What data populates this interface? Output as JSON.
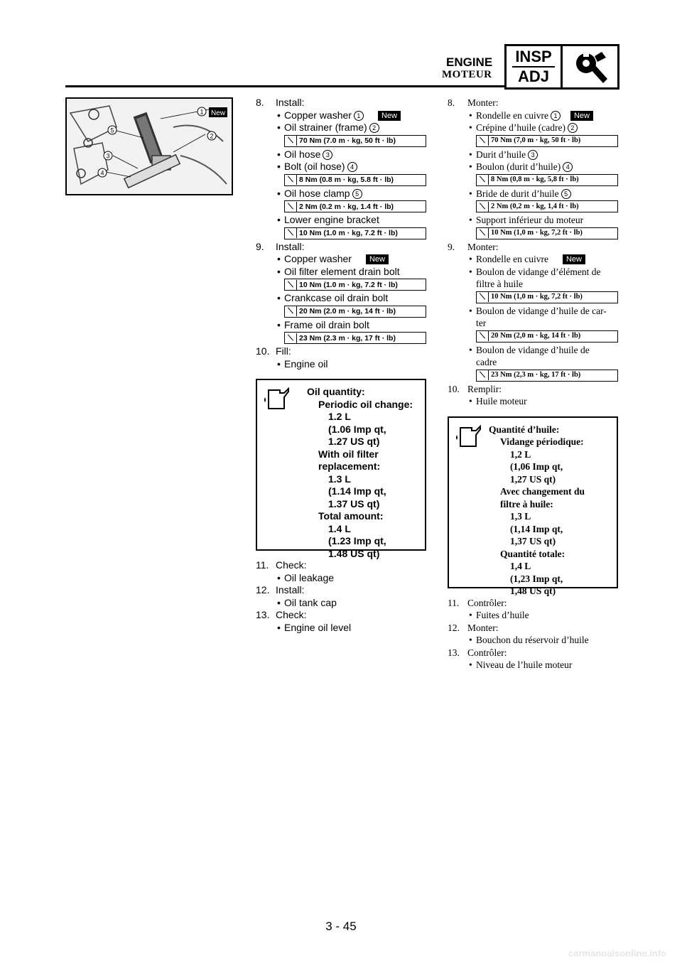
{
  "header": {
    "section_en": "ENGINE",
    "section_fr": "MOTEUR",
    "tab_top": "INSP",
    "tab_bottom": "ADJ",
    "wrench_icon": "wrench-icon"
  },
  "figure": {
    "callouts": [
      "1",
      "2",
      "3",
      "4",
      "5"
    ],
    "badge": "New"
  },
  "en": {
    "steps": [
      {
        "num": "8.",
        "label": "Install:"
      },
      {
        "num": "9.",
        "label": "Install:"
      },
      {
        "num": "10.",
        "label": "Fill:"
      },
      {
        "num": "11.",
        "label": "Check:"
      },
      {
        "num": "12.",
        "label": "Install:"
      },
      {
        "num": "13.",
        "label": "Check:"
      }
    ],
    "items": [
      "Copper washer",
      "Oil strainer (frame)",
      "Oil hose",
      "Bolt (oil hose)",
      "Oil hose clamp",
      "Lower engine bracket",
      "Copper washer",
      "Oil filter element drain bolt",
      "Crankcase oil drain bolt",
      "Frame oil drain bolt",
      "Engine oil",
      "Oil leakage",
      "Oil tank cap",
      "Engine oil level"
    ],
    "torques": [
      "70 Nm (7.0 m · kg, 50 ft · lb)",
      "8 Nm (0.8 m · kg, 5.8 ft · lb)",
      "2 Nm (0.2 m · kg, 1.4 ft · lb)",
      "10 Nm (1.0 m · kg, 7.2 ft · lb)",
      "10 Nm (1.0 m · kg, 7.2 ft · lb)",
      "20 Nm (2.0 m · kg, 14 ft · lb)",
      "23 Nm (2.3 m · kg, 17 ft · lb)"
    ],
    "oil": {
      "title": "Oil quantity:",
      "periodic": "Periodic oil change:",
      "periodic_v": [
        "1.2 L",
        "(1.06 Imp qt,",
        "1.27 US qt)"
      ],
      "filter_1": "With oil filter",
      "filter_2": "replacement:",
      "filter_v": [
        "1.3 L",
        "(1.14 Imp qt,",
        "1.37 US qt)"
      ],
      "total": "Total amount:",
      "total_v": [
        "1.4 L",
        "(1.23 Imp qt,",
        "1.48 US qt)"
      ]
    }
  },
  "fr": {
    "steps": [
      {
        "num": "8.",
        "label": "Monter:"
      },
      {
        "num": "9.",
        "label": "Monter:"
      },
      {
        "num": "10.",
        "label": "Remplir:"
      },
      {
        "num": "11.",
        "label": "Contrôler:"
      },
      {
        "num": "12.",
        "label": "Monter:"
      },
      {
        "num": "13.",
        "label": "Contrôler:"
      }
    ],
    "items": [
      "Rondelle en cuivre",
      "Crépine d’huile (cadre)",
      "Durit d’huile",
      "Boulon (durit d’huile)",
      "Bride de durit d’huile",
      "Support inférieur du moteur",
      "Rondelle en cuivre",
      "Boulon de vidange d’élément de",
      "filtre à huile",
      "Boulon de vidange d’huile de car-",
      "ter",
      "Boulon de vidange d’huile de",
      "cadre",
      "Huile moteur",
      "Fuites d’huile",
      "Bouchon du réservoir d’huile",
      "Niveau de l’huile moteur"
    ],
    "torques": [
      "70 Nm (7,0 m · kg, 50 ft · lb)",
      "8 Nm (0,8 m · kg, 5,8 ft · lb)",
      "2 Nm (0,2 m · kg, 1,4 ft · lb)",
      "10 Nm (1,0 m · kg, 7,2 ft · lb)",
      "10 Nm (1,0 m · kg, 7,2 ft · lb)",
      "20 Nm (2,0 m · kg, 14 ft · lb)",
      "23 Nm (2,3 m · kg, 17 ft · lb)"
    ],
    "oil": {
      "title": "Quantité d’huile:",
      "periodic": "Vidange périodique:",
      "periodic_v": [
        "1,2 L",
        "(1,06 Imp qt,",
        "1,27 US qt)"
      ],
      "filter_1": "Avec changement du",
      "filter_2": "filtre à huile:",
      "filter_v": [
        "1,3 L",
        "(1,14 Imp qt,",
        "1,37 US qt)"
      ],
      "total": "Quantité totale:",
      "total_v": [
        "1,4 L",
        "(1,23 Imp qt,",
        "1,48 US qt)"
      ]
    }
  },
  "new_badge": "New",
  "callouts": [
    "1",
    "2",
    "3",
    "4",
    "5"
  ],
  "bullet": "•",
  "torque_icon": "torque-wrench-icon",
  "page_number": "3 - 45",
  "watermark": "carmanualsonline.info"
}
